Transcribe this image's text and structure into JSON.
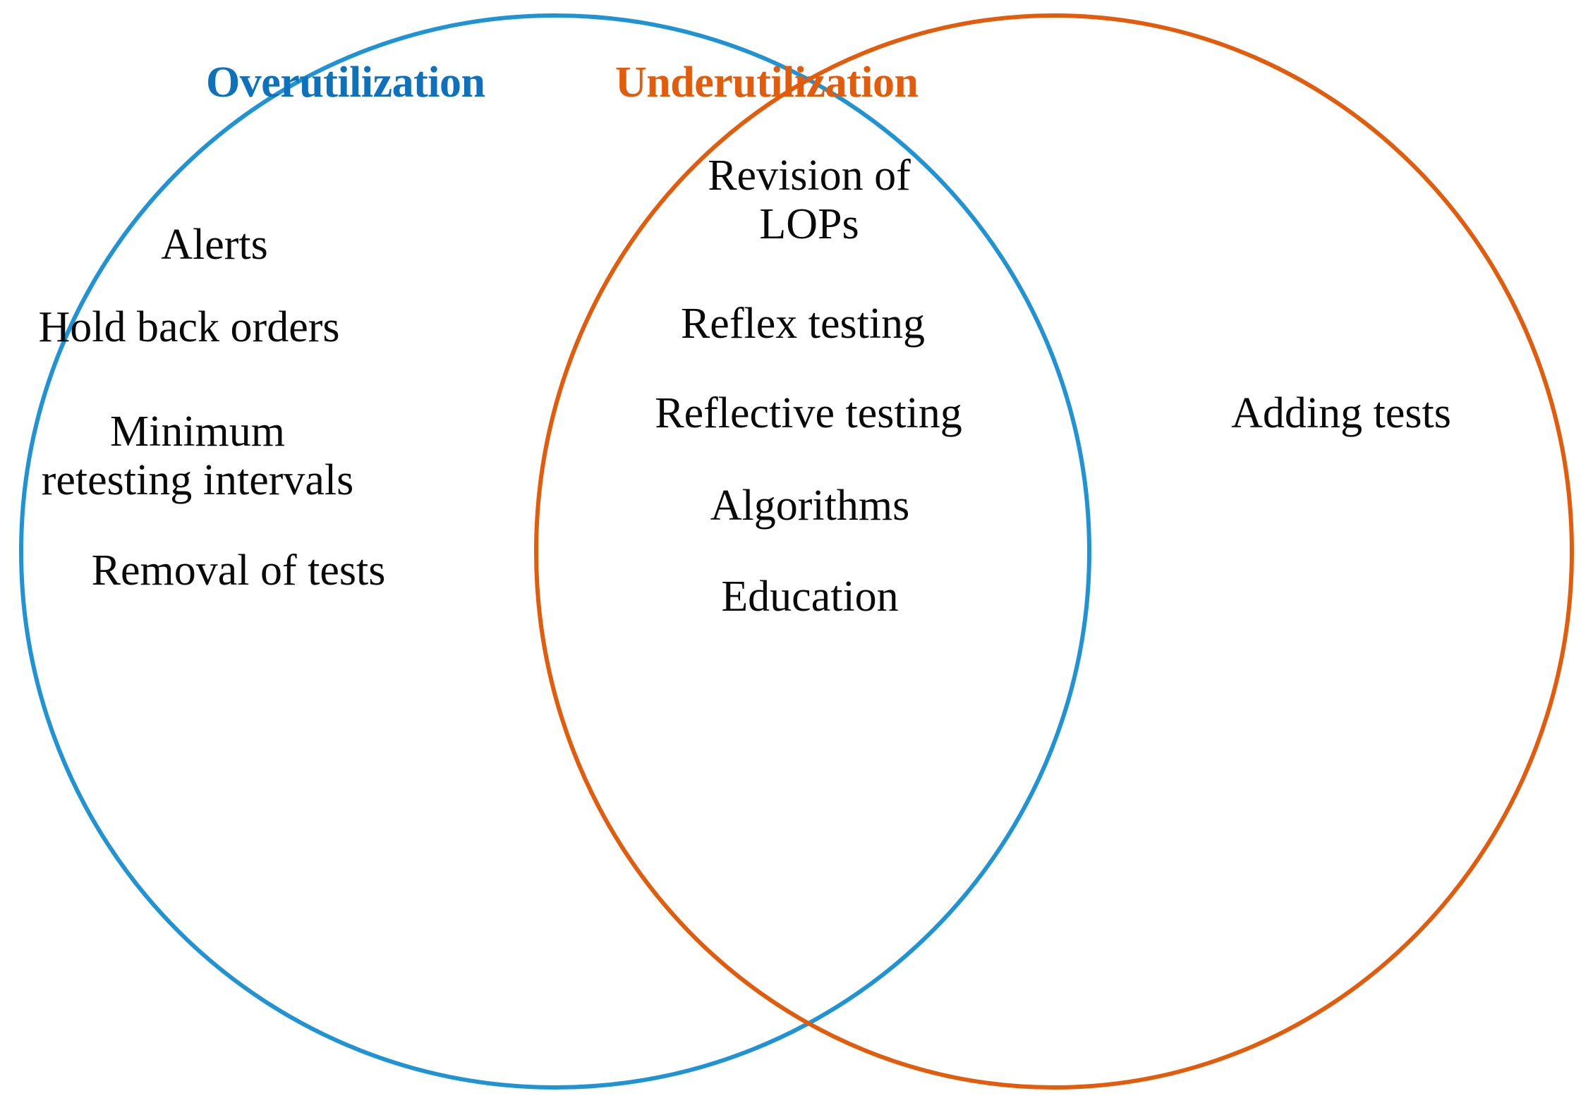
{
  "diagram": {
    "type": "venn",
    "sets": 2,
    "background_color": "#ffffff",
    "text_color": "#0a0a0a"
  },
  "left_circle": {
    "title": "Overutilization",
    "title_color": "#0d72bb",
    "stroke_color": "#1f93d4",
    "stroke_width": 6,
    "items": [
      "Alerts",
      "Hold back orders",
      "Minimum\nretesting intervals",
      "Removal of tests"
    ]
  },
  "right_circle": {
    "title": "Underutilization",
    "title_color": "#e25c0c",
    "stroke_color": "#e25c0c",
    "stroke_width": 6,
    "items": [
      "Adding tests"
    ]
  },
  "intersection": {
    "items": [
      "Revision of\nLOPs",
      "Reflex testing",
      "Reflective testing",
      "Algorithms",
      "Education"
    ]
  }
}
